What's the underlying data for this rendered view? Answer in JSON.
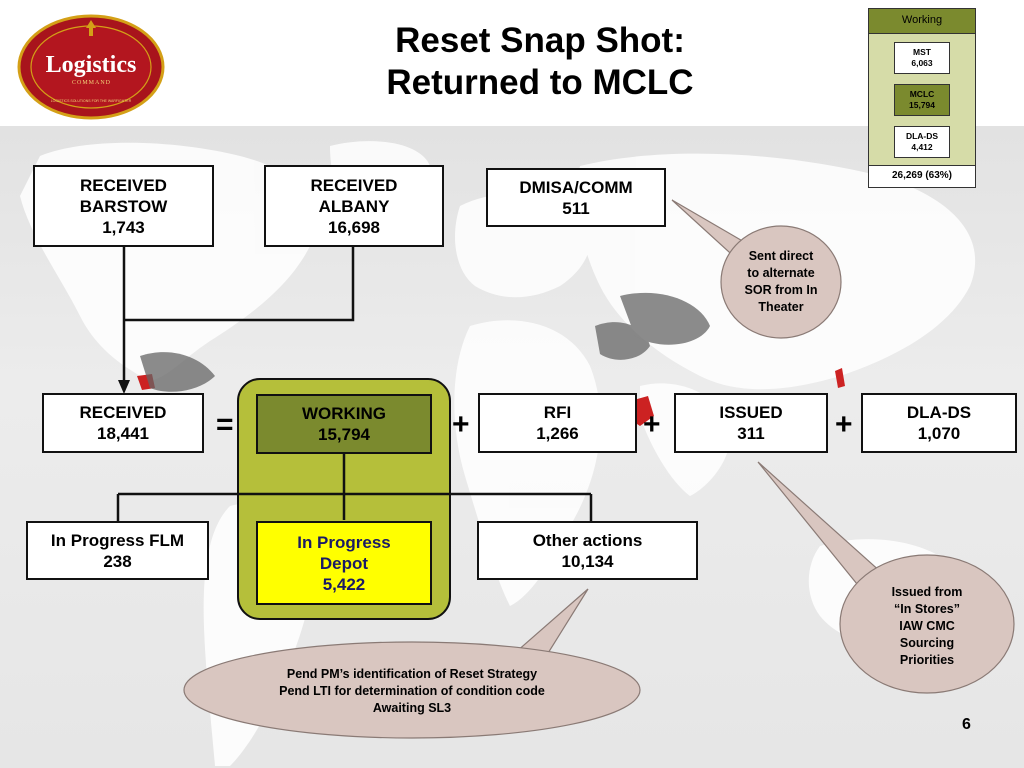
{
  "logo": {
    "text": "Logistics",
    "subtext": "COMMAND",
    "ring_text": "LOGISTICS SOLUTIONS FOR THE WARFIGHTER"
  },
  "title": {
    "line1": "Reset Snap Shot:",
    "line2": "Returned to MCLC"
  },
  "legend": {
    "header": "Working",
    "items": [
      {
        "name": "MST",
        "value": "6,063"
      },
      {
        "name": "MCLC",
        "value": "15,794"
      },
      {
        "name": "DLA-DS",
        "value": "4,412"
      }
    ],
    "total": "26,269 (63%)"
  },
  "boxes": {
    "received_barstow": {
      "l1": "RECEIVED",
      "l2": "BARSTOW",
      "l3": "1,743"
    },
    "received_albany": {
      "l1": "RECEIVED",
      "l2": "ALBANY",
      "l3": "16,698"
    },
    "dmisa_comm": {
      "l1": "DMISA/COMM",
      "l2": "511"
    },
    "received_total": {
      "l1": "RECEIVED",
      "l2": "18,441"
    },
    "working": {
      "l1": "WORKING",
      "l2": "15,794"
    },
    "rfi": {
      "l1": "RFI",
      "l2": "1,266"
    },
    "issued": {
      "l1": "ISSUED",
      "l2": "311"
    },
    "dla_ds": {
      "l1": "DLA-DS",
      "l2": "1,070"
    },
    "in_progress_flm": {
      "l1": "In Progress FLM",
      "l2": "238"
    },
    "in_progress_depot": {
      "l1": "In Progress",
      "l2": "Depot",
      "l3": "5,422"
    },
    "other_actions": {
      "l1": "Other actions",
      "l2": "10,134"
    }
  },
  "operators": {
    "equals": "=",
    "plus": "+"
  },
  "callouts": {
    "sent_direct": {
      "l1": "Sent direct",
      "l2": "to alternate",
      "l3": "SOR from In",
      "l4": "Theater"
    },
    "issued_from": {
      "l1": "Issued from",
      "l2": "“In Stores”",
      "l3": "IAW CMC",
      "l4": "Sourcing",
      "l5": "Priorities"
    },
    "pend": {
      "l1": "Pend PM’s identification of  Reset Strategy",
      "l2": "Pend LTI for determination of condition code",
      "l3": "Awaiting SL3"
    }
  },
  "page_number": "6",
  "colors": {
    "working_fill": "#7b8a2e",
    "highlight_group": "#b5bf3a",
    "depot_fill": "#ffff00",
    "callout_fill": "#d9c6c0",
    "legend_header": "#7b8a2e",
    "legend_panel": "#d6dca8",
    "map_red": "#cc2222",
    "logo_red": "#a8141c"
  }
}
